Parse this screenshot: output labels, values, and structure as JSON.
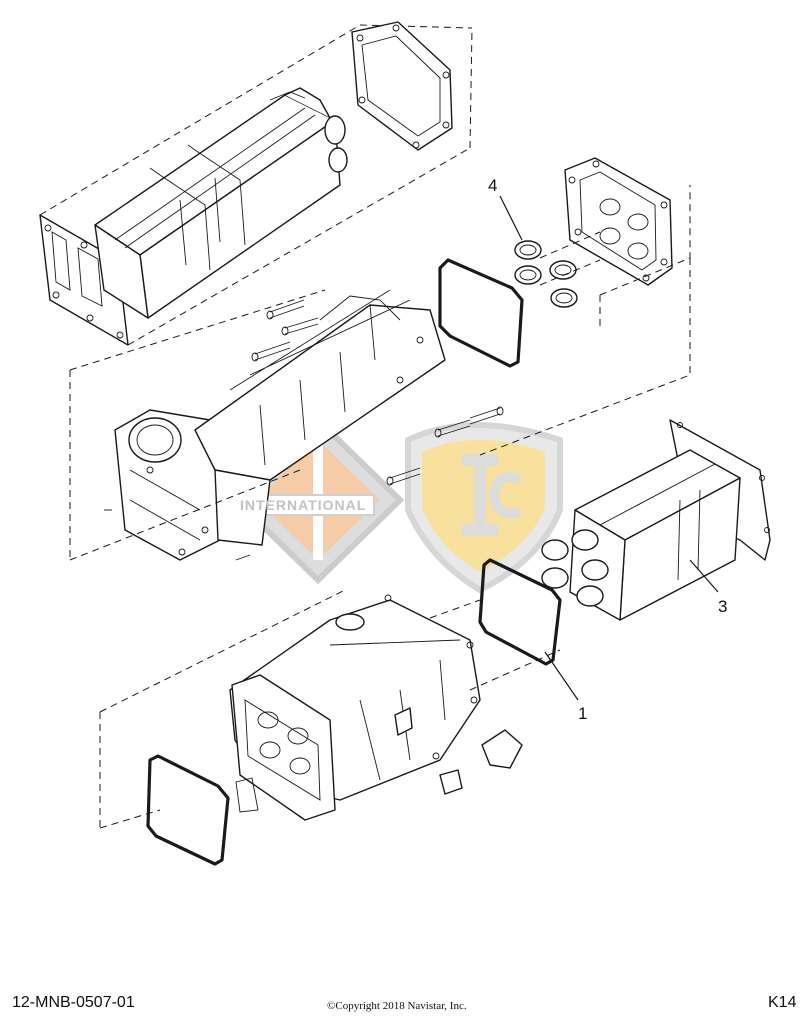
{
  "callouts": {
    "item_1": "1",
    "item_3": "3",
    "item_4": "4"
  },
  "watermark": {
    "international_logo_text": "INTERNATIONAL",
    "ic_logo_text": "IC",
    "colors": {
      "orange": "#f5c39a",
      "gold": "#f7dc8c",
      "gray": "#c8c8c8"
    }
  },
  "footer": {
    "document_id": "12-MNB-0507-01",
    "copyright": "©Copyright 2018 Navistar, Inc.",
    "page_code": "K14"
  }
}
